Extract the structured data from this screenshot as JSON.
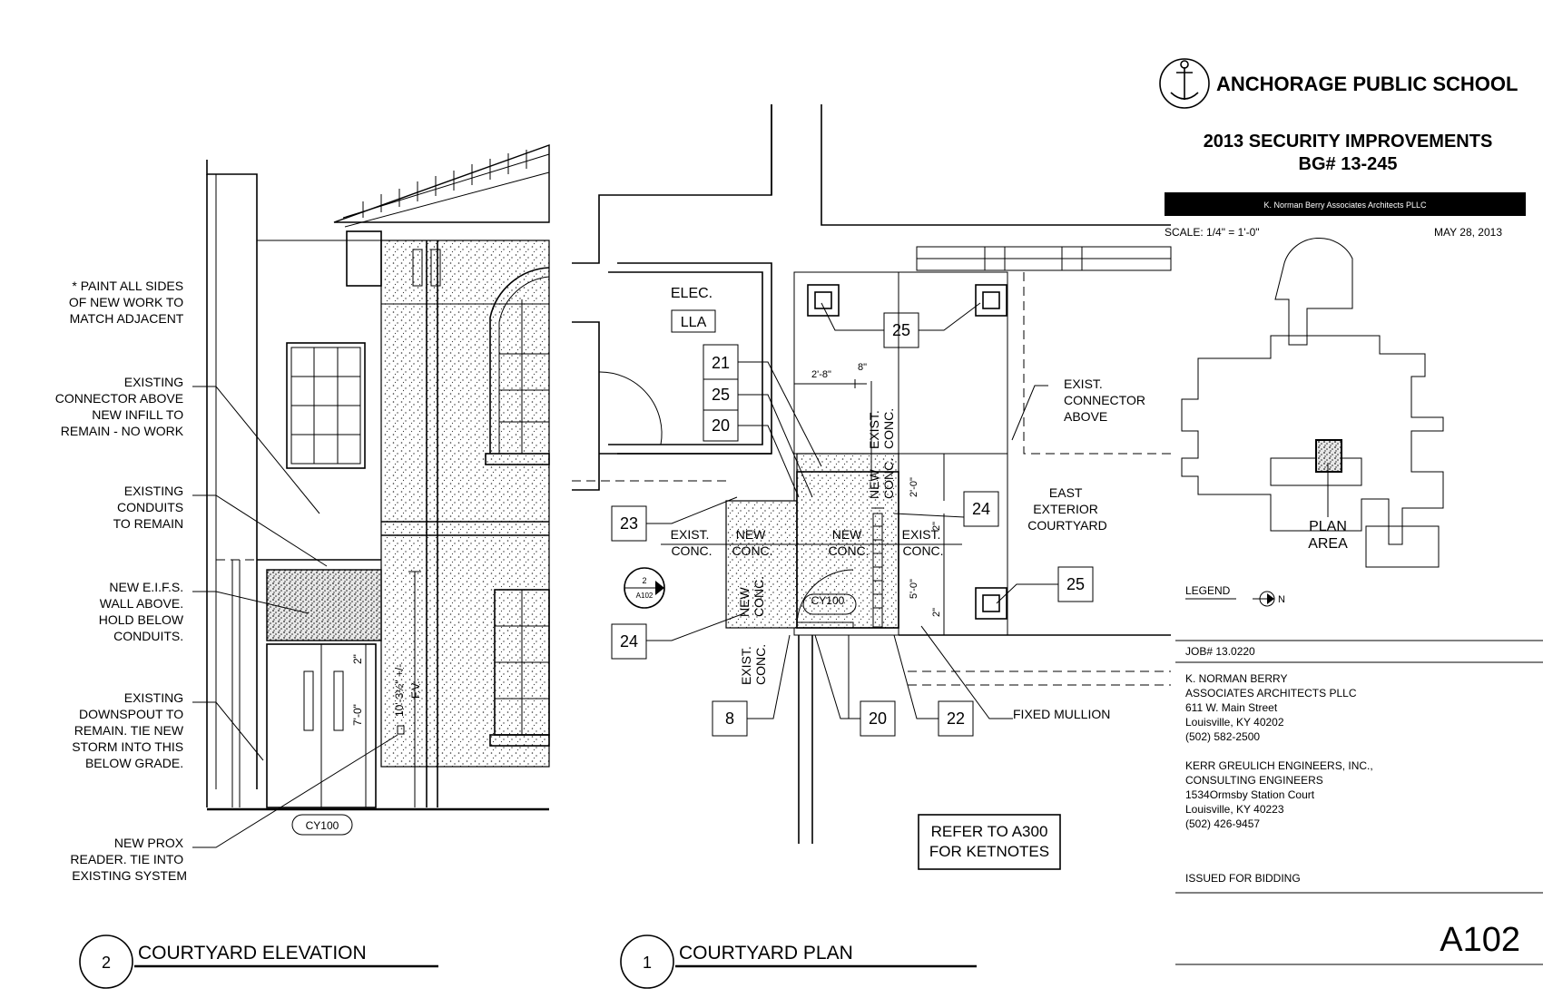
{
  "title_block": {
    "client": "ANCHORAGE PUBLIC SCHOOL",
    "project_line1": "2013 SECURITY IMPROVEMENTS",
    "project_line2": "BG# 13-245",
    "banner": "K. Norman Berry Associates Architects PLLC",
    "scale": "SCALE: 1/4\" = 1'-0\"",
    "date": "MAY 28, 2013",
    "key_plan_label_1": "PLAN",
    "key_plan_label_2": "AREA",
    "legend": "LEGEND",
    "north": "N",
    "job": "JOB# 13.0220",
    "architect": [
      "K. NORMAN BERRY",
      "ASSOCIATES ARCHITECTS PLLC",
      "611 W. Main Street",
      "Louisville, KY 40202",
      "(502) 582-2500"
    ],
    "engineer": [
      "KERR GREULICH ENGINEERS, INC.,",
      "CONSULTING ENGINEERS",
      "1534Ormsby Station Court",
      "Louisville, KY 40223",
      "(502) 426-9457"
    ],
    "issued": "ISSUED FOR BIDDING",
    "sheet_number": "A102"
  },
  "elevation": {
    "number": "2",
    "title": "COURTYARD ELEVATION",
    "notes": {
      "paint": [
        "* PAINT ALL SIDES",
        "OF NEW WORK TO",
        "MATCH ADJACENT"
      ],
      "connector": [
        "EXISTING",
        "CONNECTOR ABOVE",
        "NEW INFILL TO",
        "REMAIN - NO WORK"
      ],
      "conduits": [
        "EXISTING",
        "CONDUITS",
        "TO REMAIN"
      ],
      "eifs": [
        "NEW E.I.F.S.",
        "WALL ABOVE.",
        "HOLD BELOW",
        "CONDUITS."
      ],
      "downspout": [
        "EXISTING",
        "DOWNSPOUT TO",
        "REMAIN. TIE NEW",
        "STORM INTO THIS",
        "BELOW GRADE."
      ],
      "prox": [
        "NEW PROX",
        "READER. TIE INTO",
        "EXISTING SYSTEM"
      ]
    },
    "door_tag": "CY100",
    "dims": {
      "door_height": "7'-0\"",
      "clear": "2\"",
      "overall_1": "10'-3½\" +/-",
      "overall_2": "F.V."
    }
  },
  "plan": {
    "number": "1",
    "title": "COURTYARD PLAN",
    "room": "ELEC.",
    "room_tag": "LLA",
    "keynotes": [
      "21",
      "25",
      "20",
      "25",
      "24",
      "23",
      "24",
      "25",
      "8",
      "20",
      "22"
    ],
    "labels": {
      "exist_conc": [
        "EXIST.",
        "CONC."
      ],
      "new_conc": [
        "NEW",
        "CONC."
      ],
      "fixed_mullion": "FIXED MULLION",
      "connector": [
        "EXIST.",
        "CONNECTOR",
        "ABOVE"
      ],
      "courtyard": [
        "EAST",
        "EXTERIOR",
        "COURTYARD"
      ]
    },
    "door_tag": "CY100",
    "section_marker": {
      "top": "2",
      "bottom": "A102"
    },
    "dims": {
      "d1": "2'-8\"",
      "d2": "8\"",
      "d3": "2'-0\"",
      "d4": "5'-0\"",
      "d5": "2\"",
      "d6": "2\""
    },
    "refer_note": [
      "REFER TO A300",
      "FOR KETNOTES"
    ]
  }
}
